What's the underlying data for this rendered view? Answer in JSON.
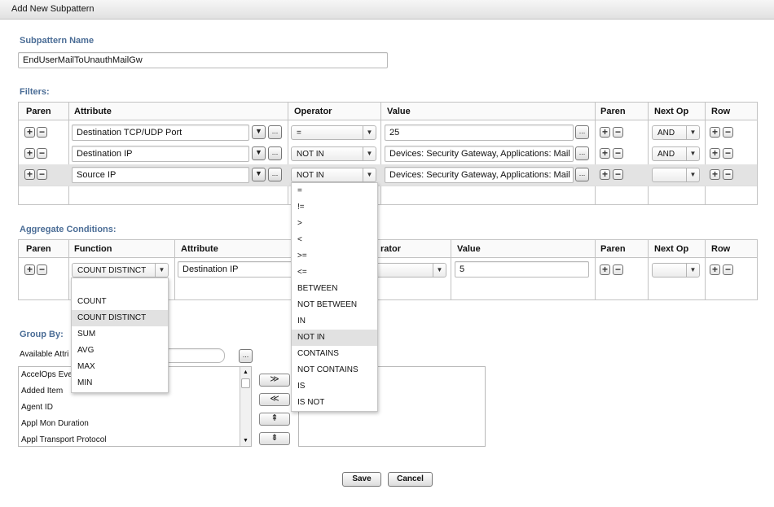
{
  "dialog": {
    "title": "Add New Subpattern"
  },
  "subpattern": {
    "label": "Subpattern Name",
    "value": "EndUserMailToUnauthMailGw"
  },
  "filters": {
    "label": "Filters:",
    "columns": [
      "Paren",
      "Attribute",
      "Operator",
      "Value",
      "Paren",
      "Next Op",
      "Row"
    ],
    "rows": [
      {
        "attribute": "Destination TCP/UDP Port",
        "operator": "=",
        "value": "25",
        "next_op": "AND"
      },
      {
        "attribute": "Destination IP",
        "operator": "NOT IN",
        "value": "Devices: Security Gateway, Applications: Mail Serv",
        "next_op": "AND"
      },
      {
        "attribute": "Source IP",
        "operator": "NOT IN",
        "value": "Devices: Security Gateway, Applications: Mail Serv",
        "next_op": ""
      }
    ]
  },
  "operator_dropdown": {
    "options": [
      "=",
      "!=",
      ">",
      "<",
      ">=",
      "<=",
      "BETWEEN",
      "NOT BETWEEN",
      "IN",
      "NOT IN",
      "CONTAINS",
      "NOT CONTAINS",
      "IS",
      "IS NOT"
    ],
    "selected": "NOT IN"
  },
  "aggregate": {
    "label": "Aggregate Conditions:",
    "columns": [
      "Paren",
      "Function",
      "Attribute",
      "rator",
      "Value",
      "Paren",
      "Next Op",
      "Row"
    ],
    "row": {
      "function": "COUNT DISTINCT",
      "attribute": "Destination IP",
      "value": "5",
      "next_op": ""
    }
  },
  "function_dropdown": {
    "options": [
      "COUNT",
      "COUNT DISTINCT",
      "SUM",
      "AVG",
      "MAX",
      "MIN"
    ],
    "selected": "COUNT DISTINCT"
  },
  "group_by": {
    "label": "Group By:",
    "available_label": "Available Attri",
    "available_items": [
      "AccelOps Eve",
      "Added Item",
      "Agent ID",
      "Appl Mon Duration",
      "Appl Transport Protocol"
    ],
    "move_buttons": [
      "≫",
      "≪",
      "⇞",
      "⇟"
    ]
  },
  "buttons": {
    "save": "Save",
    "cancel": "Cancel"
  },
  "icons": {
    "plus": "+",
    "minus": "−",
    "arrow_down": "▼",
    "ellipsis": "...",
    "add_icon": "plus-icon",
    "remove_icon": "minus-icon",
    "browse_icon": "ellipsis-icon"
  },
  "colors": {
    "section_label": "#4b6d96",
    "selected_row": "#e3e3e3",
    "dropdown_selected": "#e1e1e1"
  }
}
